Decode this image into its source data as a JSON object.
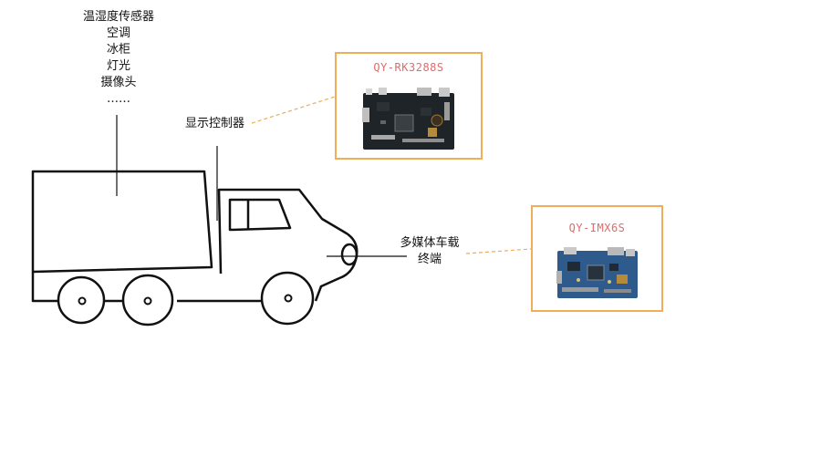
{
  "sensors": {
    "items": [
      "温湿度传感器",
      "空调",
      "冰柜",
      "灯光",
      "摄像头",
      "……"
    ]
  },
  "display_controller": {
    "label": "显示控制器"
  },
  "terminal": {
    "line1": "多媒体车载",
    "line2": "终端"
  },
  "boards": [
    {
      "title": "QY-RK3288S"
    },
    {
      "title": "QY-IMX6S"
    }
  ],
  "colors": {
    "card_border": "#f0ad5a",
    "leader_line": "#f0ad5a",
    "board_title": "#e46a6a",
    "truck_stroke": "#111111",
    "board_pcb_dark": "#1f2428",
    "board_pcb_blue": "#2f5b8c"
  }
}
